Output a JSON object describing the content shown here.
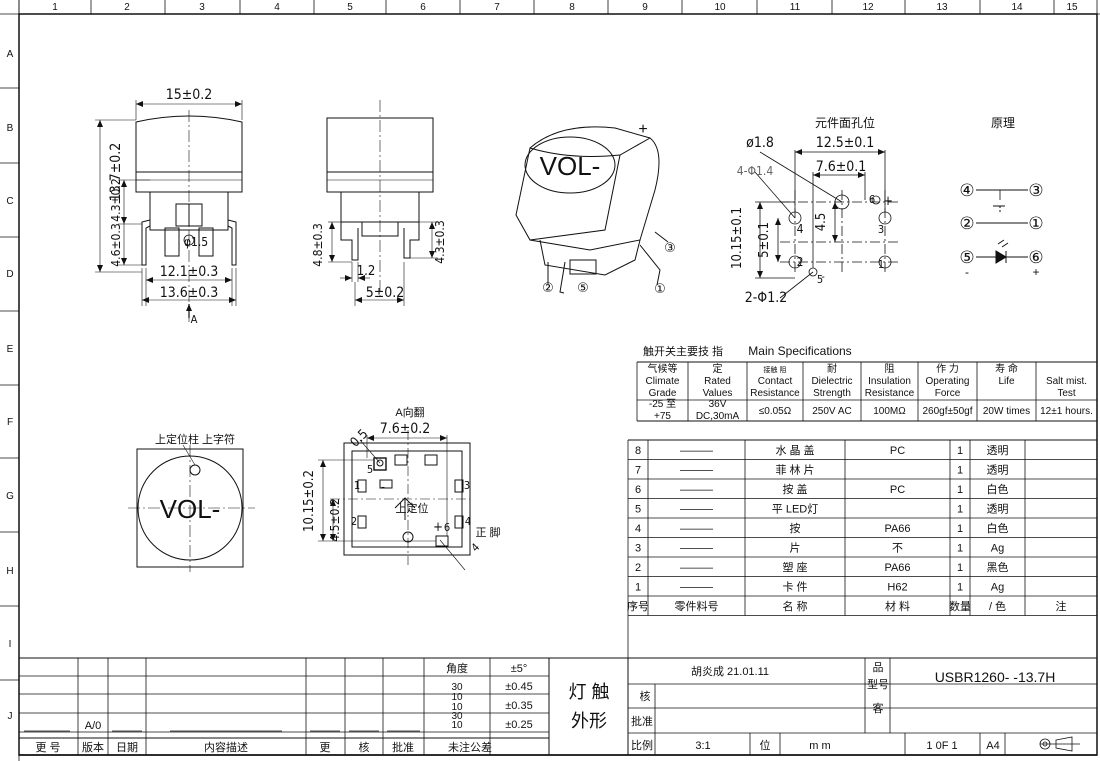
{
  "grid": {
    "cols": [
      "1",
      "2",
      "3",
      "4",
      "5",
      "6",
      "7",
      "8",
      "9",
      "10",
      "11",
      "12",
      "13",
      "14",
      "15"
    ],
    "rows": [
      "A",
      "B",
      "C",
      "D",
      "E",
      "F",
      "G",
      "H",
      "I",
      "J"
    ]
  },
  "front_view": {
    "width": "15±0.2",
    "height_total": "13.7±0.2",
    "cap_gap": "4.3±0.2",
    "pin_height": "4.6±0.3",
    "hole": "φ1.5",
    "pin_span": "12.1±0.3",
    "base_span": "13.6±0.3",
    "section_mark": "A"
  },
  "side_view": {
    "pin_height_left": "4.8±0.3",
    "pin_height_right": "4.3±0.3",
    "pin_pitch": "1.2",
    "pin_spacing": "5±0.2"
  },
  "iso_view": {
    "cap_text": "VOL-",
    "plus": "+",
    "pins": [
      "①",
      "②",
      "③",
      "⑤"
    ]
  },
  "pcb_layout": {
    "title": "元件面孔位",
    "hole_big": "ø1.8",
    "x_span": "12.5±0.1",
    "x_inner": "7.6±0.1",
    "holes4": "4-Φ1.4",
    "y_span": "10.15±0.1",
    "y_inner": "5±0.1",
    "y_small": "4.5",
    "holes2": "2-Φ1.2",
    "pad_labels": [
      "4",
      "2",
      "3",
      "1",
      "6",
      "5"
    ],
    "sign_minus": "-",
    "sign_plus": "+"
  },
  "schematic": {
    "title": "原理",
    "nodes": [
      "④",
      "③",
      "②",
      "①",
      "⑤",
      "⑥"
    ],
    "minus": "-",
    "plus": "+"
  },
  "top_view": {
    "label": "上定位柱 上字符",
    "cap_text": "VOL-"
  },
  "bottom_view": {
    "title": "A向翻",
    "width": "7.6±0.2",
    "hole": "0.5",
    "height": "10.15±0.2",
    "inner": "4.5±0.2",
    "locate": "上定位",
    "tail": "4",
    "correct_pin": "正 脚",
    "pin_labels": [
      "5",
      "1",
      "2",
      "3",
      "4",
      "6",
      "+",
      "-"
    ]
  },
  "specs": {
    "title_cn": "触开关主要技 指",
    "title_en": "Main Specifications",
    "headers": [
      [
        "气候等",
        "Climate",
        "Grade"
      ],
      [
        "定",
        "Rated",
        "Values"
      ],
      [
        "接触 阻",
        "Contact",
        "Resistance"
      ],
      [
        "耐",
        "Dielectric",
        "Strength"
      ],
      [
        "阻",
        "Insulation",
        "Resistance"
      ],
      [
        "作 力",
        "Operating",
        "Force"
      ],
      [
        "寿 命",
        "Life",
        ""
      ],
      [
        "",
        "Salt mist.",
        "Test"
      ]
    ],
    "values": [
      [
        "-25 至",
        "+75"
      ],
      [
        "36V",
        "DC,30mA"
      ],
      [
        "≤0.05Ω",
        ""
      ],
      [
        "250V AC",
        ""
      ],
      [
        "100MΩ",
        ""
      ],
      [
        "260gf±50gf",
        ""
      ],
      [
        "20W times",
        ""
      ],
      [
        "12±1 hours.",
        ""
      ]
    ]
  },
  "bom": {
    "rows": [
      {
        "no": "8",
        "code": "———",
        "name": "水 晶 盖",
        "mat": "PC",
        "qty": "1",
        "color": "透明",
        "note": ""
      },
      {
        "no": "7",
        "code": "———",
        "name": "菲 林 片",
        "mat": "",
        "qty": "1",
        "color": "透明",
        "note": ""
      },
      {
        "no": "6",
        "code": "———",
        "name": "按 盖",
        "mat": "PC",
        "qty": "1",
        "color": "白色",
        "note": ""
      },
      {
        "no": "5",
        "code": "———",
        "name": "平 LED灯",
        "mat": "",
        "qty": "1",
        "color": "透明",
        "note": ""
      },
      {
        "no": "4",
        "code": "———",
        "name": "按",
        "mat": "PA66",
        "qty": "1",
        "color": "白色",
        "note": ""
      },
      {
        "no": "3",
        "code": "———",
        "name": "片",
        "mat": "不",
        "qty": "1",
        "color": "Ag",
        "note": ""
      },
      {
        "no": "2",
        "code": "———",
        "name": "塑 座",
        "mat": "PA66",
        "qty": "1",
        "color": "黑色",
        "note": ""
      },
      {
        "no": "1",
        "code": "———",
        "name": "卡 件",
        "mat": "H62",
        "qty": "1",
        "color": "Ag",
        "note": ""
      }
    ],
    "header": {
      "no": "序号",
      "code": "零件料号",
      "name": "名 称",
      "mat": "材 料",
      "qty": "数量",
      "color": "/ 色",
      "note": "注"
    }
  },
  "revision": {
    "rev": "A/0",
    "labels": [
      "更 号",
      "版本",
      "日期",
      "内容描述",
      "更",
      "核",
      "批准",
      "未注公差"
    ]
  },
  "tolerance": {
    "angle_label": "角度",
    "angle_value": "±5°",
    "r1a": "30",
    "r1b": "10",
    "v1": "±0.45",
    "r2a": "10",
    "r2b": "30",
    "v2": "±0.35",
    "r3a": "10",
    "v3": "±0.25"
  },
  "titleblock": {
    "name_line1": "灯 触",
    "name_line2": "外形",
    "designer": "胡炎成",
    "date": "21.01.11",
    "review_label": "核",
    "approve_label": "批准",
    "scale_label": "比例",
    "scale": "3:1",
    "unit_label": "位",
    "unit": "m m",
    "model_label1": "品",
    "model_label2": "型号",
    "model": "USBR1260- -13.7H",
    "customer_label": "客",
    "sheet": "1 0F 1",
    "size": "A4"
  }
}
